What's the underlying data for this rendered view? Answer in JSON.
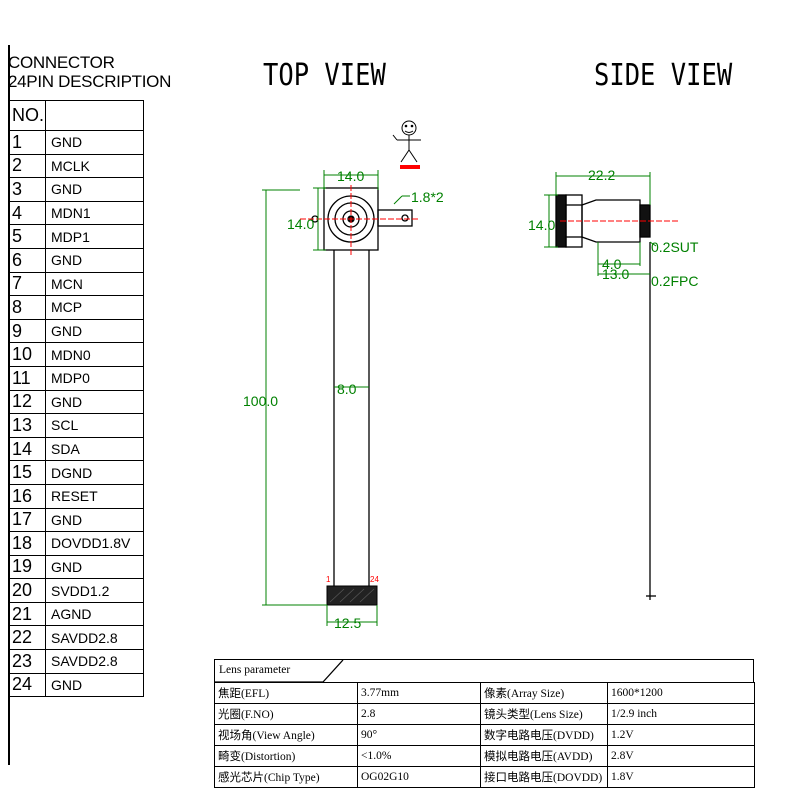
{
  "connector": {
    "header_line1": "CONNECTOR",
    "header_line2": "24PIN DESCRIPTION",
    "col_no": "NO.",
    "pins": [
      {
        "no": "1",
        "desc": "GND"
      },
      {
        "no": "2",
        "desc": "MCLK"
      },
      {
        "no": "3",
        "desc": "GND"
      },
      {
        "no": "4",
        "desc": "MDN1"
      },
      {
        "no": "5",
        "desc": "MDP1"
      },
      {
        "no": "6",
        "desc": "GND"
      },
      {
        "no": "7",
        "desc": "MCN"
      },
      {
        "no": "8",
        "desc": "MCP"
      },
      {
        "no": "9",
        "desc": "GND"
      },
      {
        "no": "10",
        "desc": "MDN0"
      },
      {
        "no": "11",
        "desc": "MDP0"
      },
      {
        "no": "12",
        "desc": "GND"
      },
      {
        "no": "13",
        "desc": "SCL"
      },
      {
        "no": "14",
        "desc": "SDA"
      },
      {
        "no": "15",
        "desc": "DGND"
      },
      {
        "no": "16",
        "desc": "RESET"
      },
      {
        "no": "17",
        "desc": "GND"
      },
      {
        "no": "18",
        "desc": "DOVDD1.8V"
      },
      {
        "no": "19",
        "desc": "GND"
      },
      {
        "no": "20",
        "desc": "SVDD1.2"
      },
      {
        "no": "21",
        "desc": "AGND"
      },
      {
        "no": "22",
        "desc": "SAVDD2.8"
      },
      {
        "no": "23",
        "desc": "SAVDD2.8"
      },
      {
        "no": "24",
        "desc": "GND"
      }
    ]
  },
  "top_view": {
    "title": "TOP VIEW",
    "dim_width": "14.0",
    "dim_height": "14.0",
    "dim_hole": "1.8*2",
    "dim_length": "100.0",
    "dim_flex_width": "8.0",
    "dim_connector_width": "12.5",
    "pin_first": "1",
    "pin_last": "24"
  },
  "side_view": {
    "title": "SIDE VIEW",
    "dim_length": "22.2",
    "dim_height": "14.0",
    "dim_sut": "0.2SUT",
    "dim_a": "4.0",
    "dim_b": "13.0",
    "dim_fpc": "0.2FPC"
  },
  "lens": {
    "title": "Lens parameter",
    "rows": [
      {
        "k1": "焦距(EFL)",
        "v1": "3.77mm",
        "k2": "像素(Array Size)",
        "v2": "1600*1200"
      },
      {
        "k1": "光圈(F.NO)",
        "v1": "2.8",
        "k2": "镜头类型(Lens Size)",
        "v2": "1/2.9 inch"
      },
      {
        "k1": "视场角(View Angle)",
        "v1": "90°",
        "k2": "数字电路电压(DVDD)",
        "v2": "1.2V"
      },
      {
        "k1": "畸变(Distortion)",
        "v1": "<1.0%",
        "k2": "模拟电路电压(AVDD)",
        "v2": "2.8V"
      },
      {
        "k1": "感光芯片(Chip Type)",
        "v1": "OG02G10",
        "k2": "接口电路电压(DOVDD)",
        "v2": "1.8V"
      }
    ]
  },
  "colors": {
    "dimension": "#008000",
    "accent_red": "#ff0000",
    "outline": "#000000"
  }
}
